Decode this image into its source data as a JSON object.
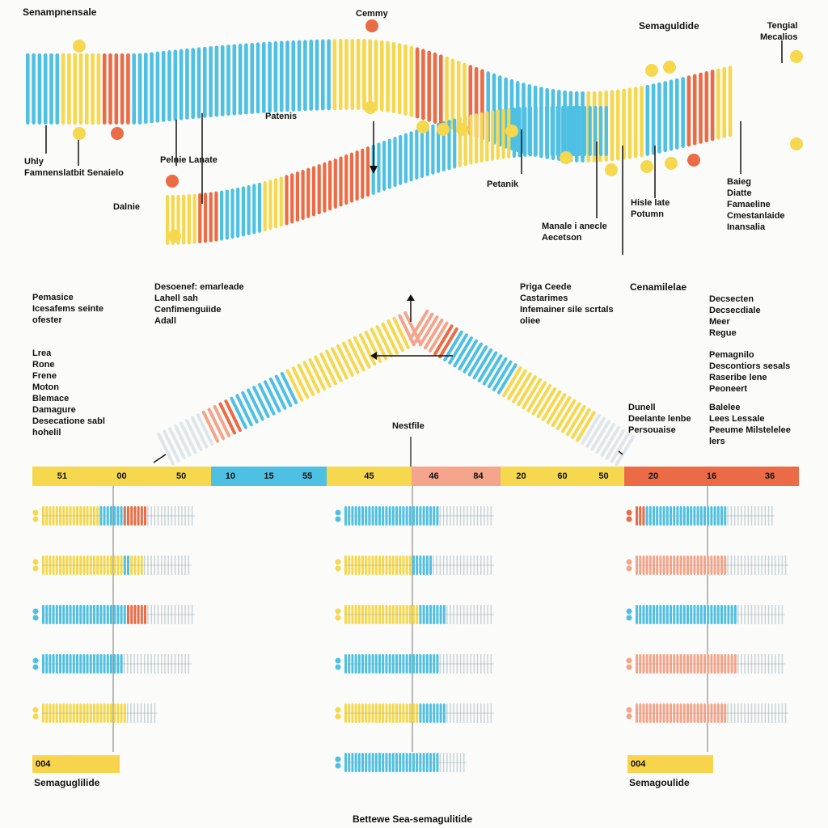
{
  "colors": {
    "blue": "#4ec0e4",
    "yellow": "#f5d84e",
    "red": "#ea6b45",
    "salmon": "#f4a48a",
    "pale": "#dfe6ea",
    "bg": "#fbfbf9"
  },
  "top_labels": {
    "semampnensale": "Senampnensale",
    "cemmy": "Cemmy",
    "semaguldide_top": "Semaguldide",
    "tengial": "Tengial\nMecalios",
    "uhly": "Uhly\nFamnenslatbit Senaielo",
    "pelnie": "Pelnie Lanate",
    "dalnie": "Dalnie",
    "patenis": "Patenis",
    "petanik": "Petanik",
    "manale": "Manale i anecle\nAecetson",
    "hisle_late": "Hisle late\nPotumn",
    "baieg": "Baieg\nDiatte\nFamaeline\nCmestanlaide\nInansalia"
  },
  "mid_labels": {
    "pemasice": "Pemasice\nIcesafems seinte\nofester",
    "descrenet": "Desoenef: emarleade\nLahell sah\nCenfimenguiide\nAdall",
    "priga": "Priga Ceede\nCastarimes\nInfemainer sile scrtals\noliee",
    "cenamilelae": "Cenamilelae",
    "decsecten": "Decsecten\nDecsecdiale\nMeer\nRegue",
    "lrea": "Lrea\nRone\nFrene\nMoton\nBlemace\nDamagure\nDesecatione sabl\nhohelil",
    "pemagnilo": "Pemagnilo\nDescontiors sesals\nRaseribe lene\nPeoneert",
    "dunell": "Dunell\nDeelante lenbe\nPersouaise",
    "balelee": "Balelee\nLees Lessale\nPeeume Milstelelee\nlers",
    "nestfile": "Nestfile"
  },
  "scale_bar": {
    "segments": [
      {
        "color": "yellow",
        "width": 221,
        "ticks": [
          "51",
          "00",
          "50"
        ]
      },
      {
        "color": "blue",
        "width": 143,
        "ticks": [
          "10",
          "15",
          "55"
        ]
      },
      {
        "color": "yellow",
        "width": 105,
        "ticks": [
          "45"
        ]
      },
      {
        "color": "salmon",
        "width": 110,
        "ticks": [
          "46",
          "84"
        ]
      },
      {
        "color": "yellow",
        "width": 153,
        "ticks": [
          "20",
          "60",
          "50"
        ]
      },
      {
        "color": "red",
        "width": 216,
        "ticks": [
          "20",
          "16",
          "36"
        ]
      }
    ]
  },
  "bottom": {
    "tag_left": "004",
    "tag_right": "004",
    "label_left": "Semaguglilide",
    "label_right": "Semagoulide",
    "footer": "Bettewe Sea-semagulitide"
  }
}
